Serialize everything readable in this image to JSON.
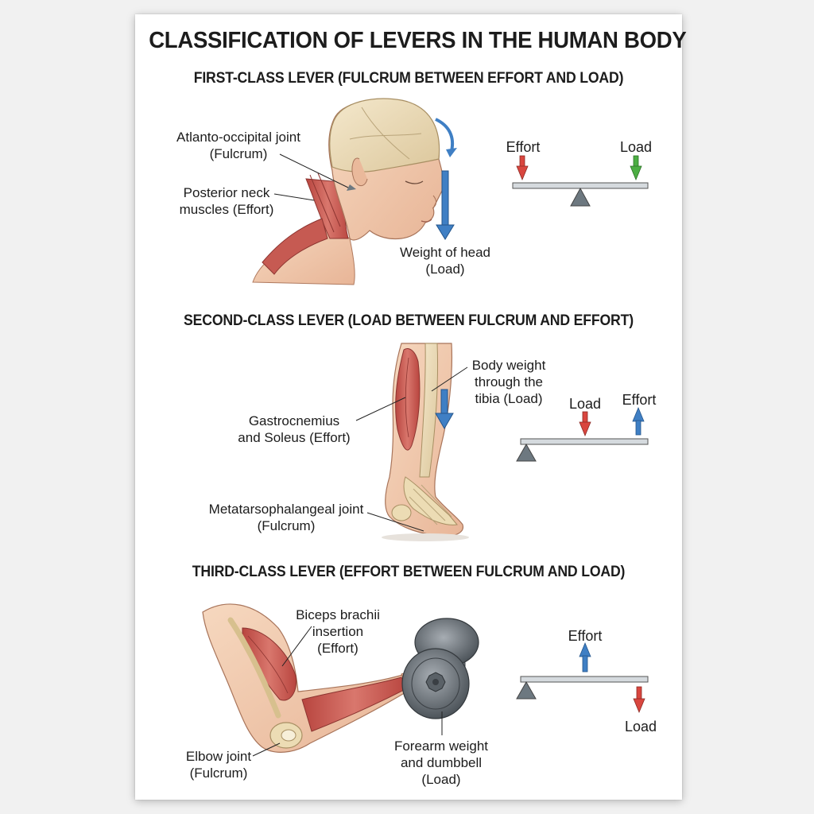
{
  "title": "CLASSIFICATION OF LEVERS IN THE HUMAN BODY",
  "sections": [
    {
      "heading": "FIRST-CLASS LEVER (FULCRUM BETWEEN EFFORT AND LOAD)",
      "labels": {
        "fulcrum": [
          "Atlanto-occipital joint",
          "(Fulcrum)"
        ],
        "effort": [
          "Posterior neck",
          "muscles (Effort)"
        ],
        "load": [
          "Weight of head",
          "(Load)"
        ]
      },
      "lever": {
        "effort": "Effort",
        "load": "Load",
        "effort_color": "#d9463f",
        "load_color": "#4cae43"
      }
    },
    {
      "heading": "SECOND-CLASS LEVER (LOAD BETWEEN FULCRUM AND EFFORT)",
      "labels": {
        "load": [
          "Body weight",
          "through the",
          "tibia (Load)"
        ],
        "effort": [
          "Gastrocnemius",
          "and Soleus (Effort)"
        ],
        "fulcrum": [
          "Metatarsophalangeal joint",
          "(Fulcrum)"
        ]
      },
      "lever": {
        "load": "Load",
        "effort": "Effort",
        "effort_color": "#3f7fc4",
        "load_color": "#d9463f"
      }
    },
    {
      "heading": "THIRD-CLASS LEVER (EFFORT BETWEEN FULCRUM AND LOAD)",
      "labels": {
        "effort": [
          "Biceps brachii",
          "insertion",
          "(Effort)"
        ],
        "fulcrum": [
          "Elbow joint",
          "(Fulcrum)"
        ],
        "load": [
          "Forearm weight",
          "and dumbbell",
          "(Load)"
        ]
      },
      "lever": {
        "effort": "Effort",
        "load": "Load",
        "effort_color": "#3f7fc4",
        "load_color": "#d9463f"
      }
    }
  ],
  "colors": {
    "skin": "#f2c9ac",
    "muscle": "#c9605a",
    "bone": "#ecdcb4",
    "beam": "#d5dade",
    "fulcrum": "#6d7880",
    "arrow_blue": "#3f7fc4"
  }
}
